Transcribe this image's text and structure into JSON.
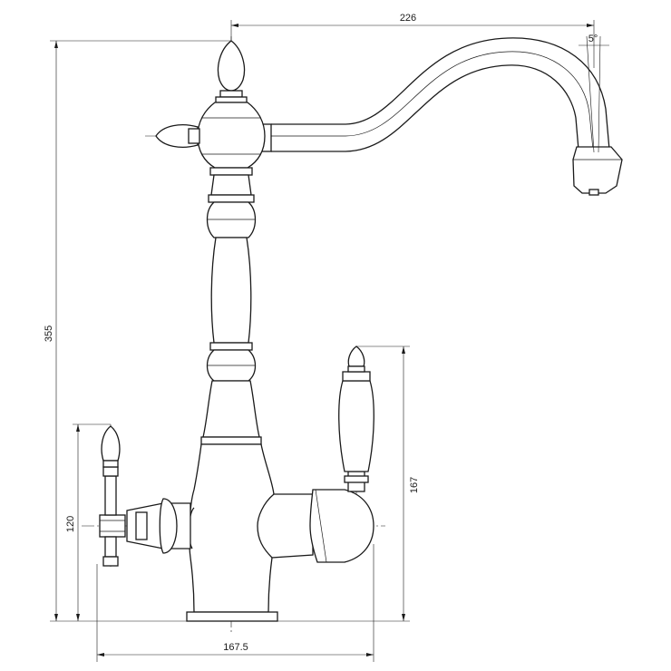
{
  "drawing": {
    "subject": "faucet-technical-drawing",
    "dimensions": {
      "spout_reach": "226",
      "spout_angle": "5°",
      "total_height": "355",
      "main_lever_height": "167",
      "side_knob_height": "120",
      "total_width": "167.5"
    }
  }
}
